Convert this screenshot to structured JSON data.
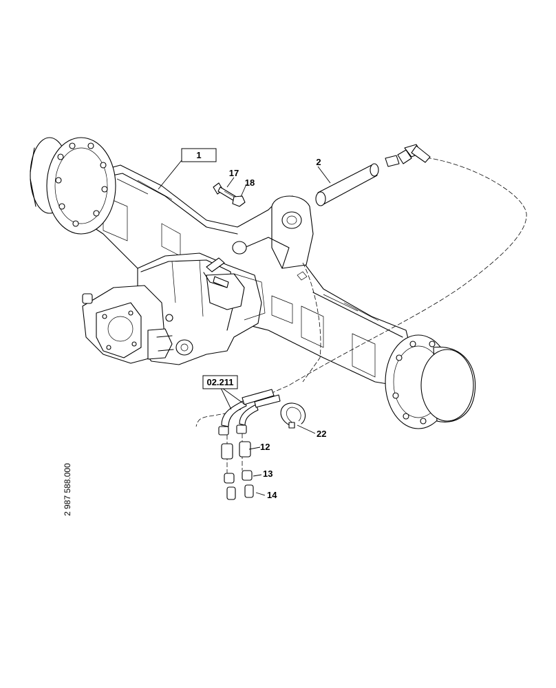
{
  "callouts": {
    "axle": "1",
    "pin": "2",
    "bolt": "17",
    "nut": "18",
    "fitting_12": "12",
    "fitting_13": "13",
    "fitting_14": "14",
    "snap_ring": "22"
  },
  "reference_box": "02.211",
  "drawing_number": "2 987 588.000"
}
